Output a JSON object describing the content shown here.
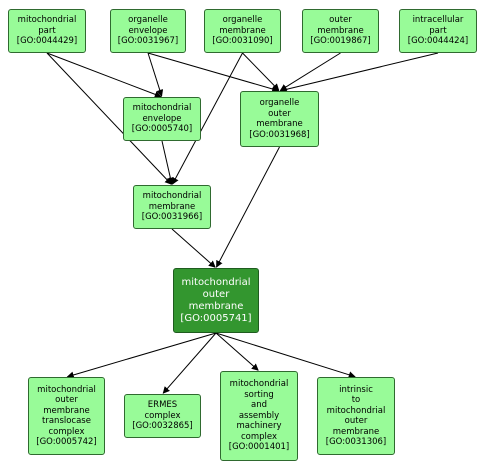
{
  "graph": {
    "colors": {
      "node": "#98fb98",
      "focus": "#33962f",
      "edge": "#000000"
    },
    "nodes": {
      "n44429": {
        "lines": [
          "mitochondrial",
          "part"
        ],
        "id": "[GO:0044429]"
      },
      "n31967": {
        "lines": [
          "organelle",
          "envelope"
        ],
        "id": "[GO:0031967]"
      },
      "n31090": {
        "lines": [
          "organelle",
          "membrane"
        ],
        "id": "[GO:0031090]"
      },
      "n19867": {
        "lines": [
          "outer",
          "membrane"
        ],
        "id": "[GO:0019867]"
      },
      "n44424": {
        "lines": [
          "intracellular",
          "part"
        ],
        "id": "[GO:0044424]"
      },
      "n5740": {
        "lines": [
          "mitochondrial",
          "envelope"
        ],
        "id": "[GO:0005740]"
      },
      "n31968": {
        "lines": [
          "organelle",
          "outer",
          "membrane"
        ],
        "id": "[GO:0031968]"
      },
      "n31966": {
        "lines": [
          "mitochondrial",
          "membrane"
        ],
        "id": "[GO:0031966]"
      },
      "n5741": {
        "lines": [
          "mitochondrial",
          "outer",
          "membrane"
        ],
        "id": "[GO:0005741]"
      },
      "n5742": {
        "lines": [
          "mitochondrial",
          "outer",
          "membrane",
          "translocase",
          "complex"
        ],
        "id": "[GO:0005742]"
      },
      "n32865": {
        "lines": [
          "ERMES",
          "complex"
        ],
        "id": "[GO:0032865]"
      },
      "n1401": {
        "lines": [
          "mitochondrial",
          "sorting",
          "and",
          "assembly",
          "machinery",
          "complex"
        ],
        "id": "[GO:0001401]"
      },
      "n31306": {
        "lines": [
          "intrinsic",
          "to",
          "mitochondrial",
          "outer",
          "membrane"
        ],
        "id": "[GO:0031306]"
      }
    },
    "edges": [
      [
        "n44429",
        "n5740"
      ],
      [
        "n44429",
        "n31966"
      ],
      [
        "n31967",
        "n5740"
      ],
      [
        "n31967",
        "n31968"
      ],
      [
        "n31090",
        "n31966"
      ],
      [
        "n31090",
        "n31968"
      ],
      [
        "n19867",
        "n31968"
      ],
      [
        "n44424",
        "n31968"
      ],
      [
        "n5740",
        "n31966"
      ],
      [
        "n31966",
        "n5741"
      ],
      [
        "n31968",
        "n5741"
      ],
      [
        "n5741",
        "n5742"
      ],
      [
        "n5741",
        "n32865"
      ],
      [
        "n5741",
        "n1401"
      ],
      [
        "n5741",
        "n31306"
      ]
    ]
  }
}
